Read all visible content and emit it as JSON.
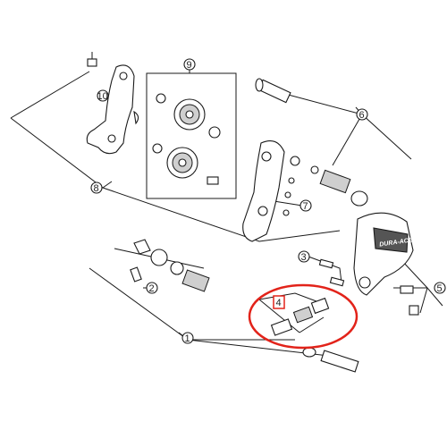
{
  "callouts": {
    "c1": "1",
    "c2": "2",
    "c3": "3",
    "c4": "4",
    "c5": "5",
    "c6": "6",
    "c7": "7",
    "c8": "8",
    "c9": "9",
    "c10": "10"
  },
  "brand_label": "DURA-ACE",
  "colors": {
    "highlight_ring": "#e2231a",
    "highlight_box": "#e2231a",
    "line": "#1a1a1a",
    "part_fill": "#ffffff"
  }
}
